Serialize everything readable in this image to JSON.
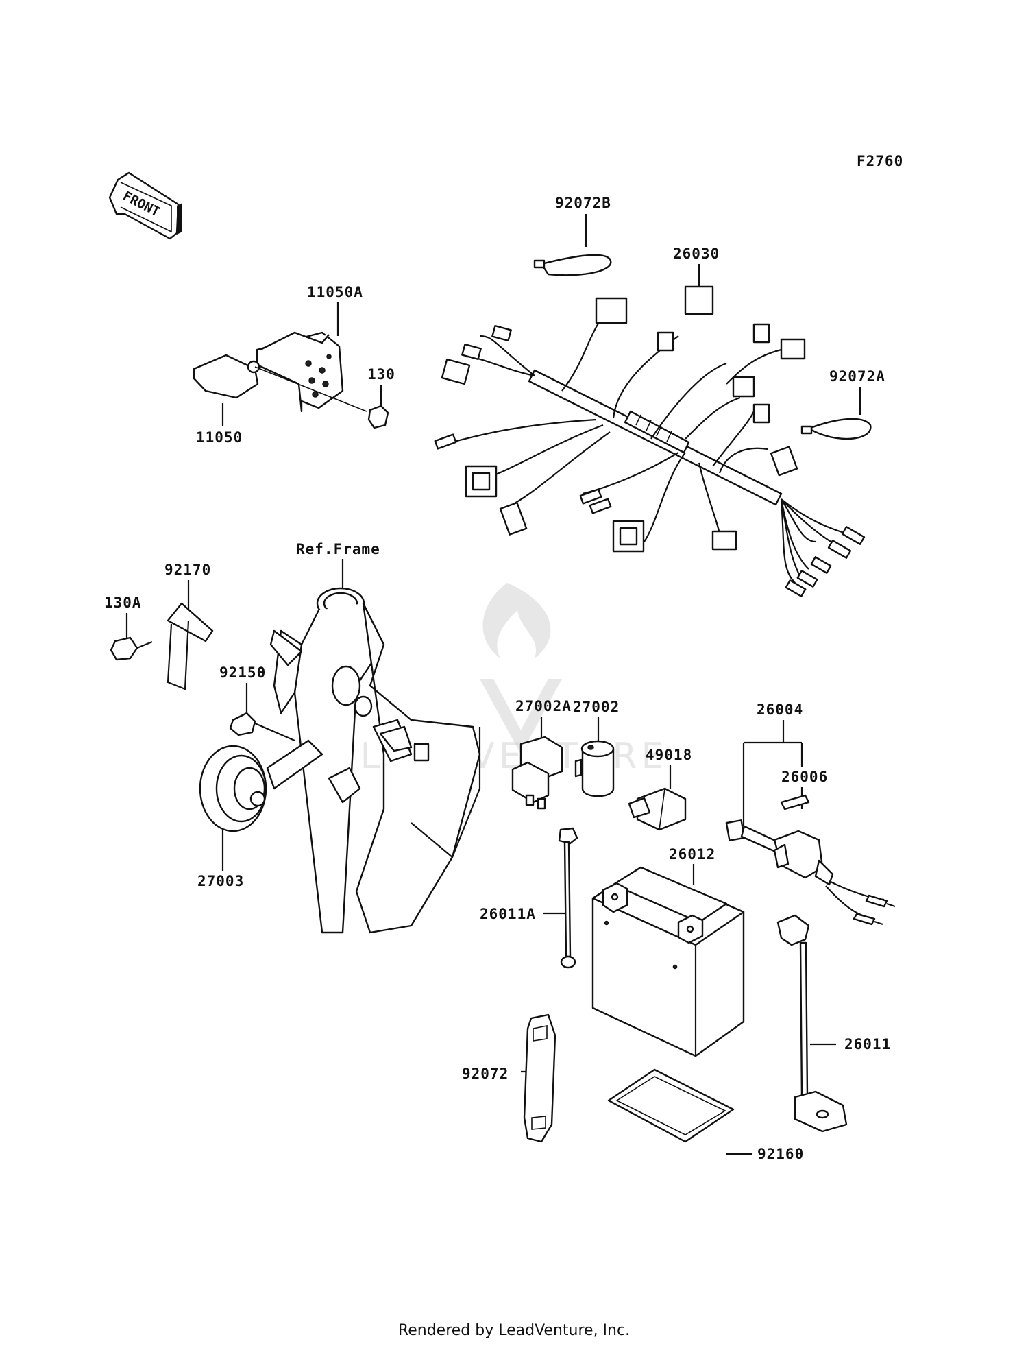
{
  "figure_code": "F2760",
  "front_arrow_label": "FRONT",
  "ref_label": "Ref.Frame",
  "watermark_text": "LEADVENTURE",
  "footer": "Rendered by LeadVenture, Inc.",
  "parts": {
    "p92072B": "92072B",
    "p26030": "26030",
    "p11050A": "11050A",
    "p130": "130",
    "p11050": "11050",
    "p92072A": "92072A",
    "p92170": "92170",
    "p130A": "130A",
    "p92150": "92150",
    "p27003": "27003",
    "p27002A": "27002A",
    "p27002": "27002",
    "p49018": "49018",
    "p26004": "26004",
    "p26006": "26006",
    "p26012": "26012",
    "p26011A": "26011A",
    "p26011": "26011",
    "p92072": "92072",
    "p92160": "92160"
  }
}
